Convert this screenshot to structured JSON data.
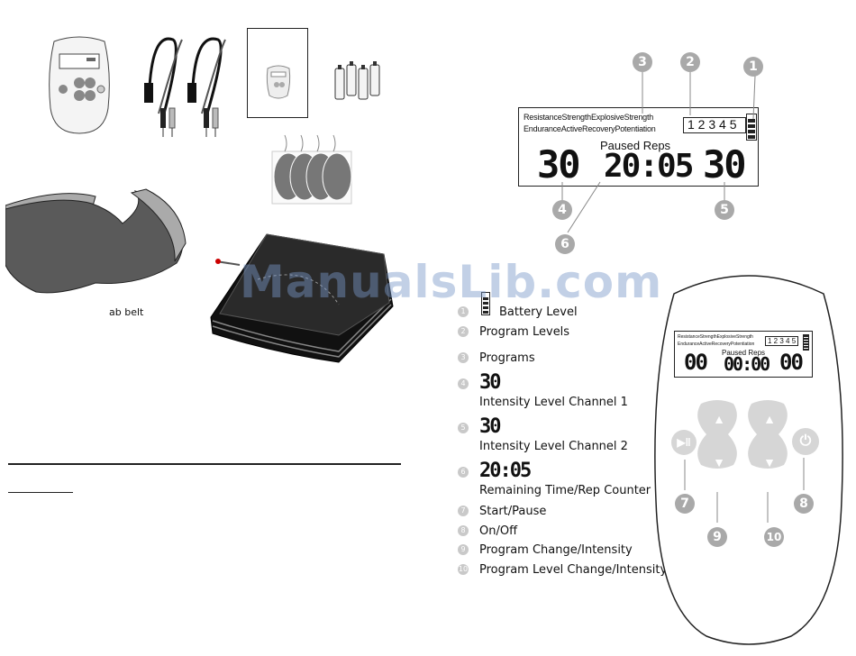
{
  "product_labels": {
    "ab_belt": "ab belt"
  },
  "lcd_diagram": {
    "programs_line1": "ResistanceStrengthExplosiveStrength",
    "programs_line2": "EnduranceActiveRecoveryPotentiation",
    "levels": "1 2 3 4 5",
    "status": "Paused Reps",
    "channel1": "30",
    "timer": "20:05",
    "channel2": "30",
    "callouts": [
      "1",
      "2",
      "3",
      "4",
      "5",
      "6"
    ]
  },
  "legend": {
    "items": [
      {
        "num": "1",
        "label": "Battery Level"
      },
      {
        "num": "2",
        "label": "Program Levels"
      },
      {
        "num": "3",
        "label": "Programs"
      },
      {
        "num": "4",
        "value": "30",
        "label": "Intensity Level Channel 1"
      },
      {
        "num": "5",
        "value": "30",
        "label": "Intensity Level Channel 2"
      },
      {
        "num": "6",
        "value": "20:05",
        "label": "Remaining Time/Rep Counter"
      },
      {
        "num": "7",
        "label": "Start/Pause"
      },
      {
        "num": "8",
        "label": "On/Off"
      },
      {
        "num": "9",
        "label": "Program Change/Intensity"
      },
      {
        "num": "10",
        "label": "Program Level Change/Intensity"
      }
    ]
  },
  "device": {
    "programs_line1": "ResistanceStrengthExplosiveStrength",
    "programs_line2": "EnduranceActiveRecoveryPotentiation",
    "levels": "1 2 3 4 5",
    "status": "Paused Reps",
    "channel1": "00",
    "timer": "00:00",
    "channel2": "00",
    "callouts": [
      "7",
      "8",
      "9",
      "10"
    ]
  },
  "watermark": "ManualsLib.com",
  "colors": {
    "callout_gray": "#a9a9a9",
    "pad_gray": "#777777",
    "watermark_blue": "#7896c8"
  }
}
